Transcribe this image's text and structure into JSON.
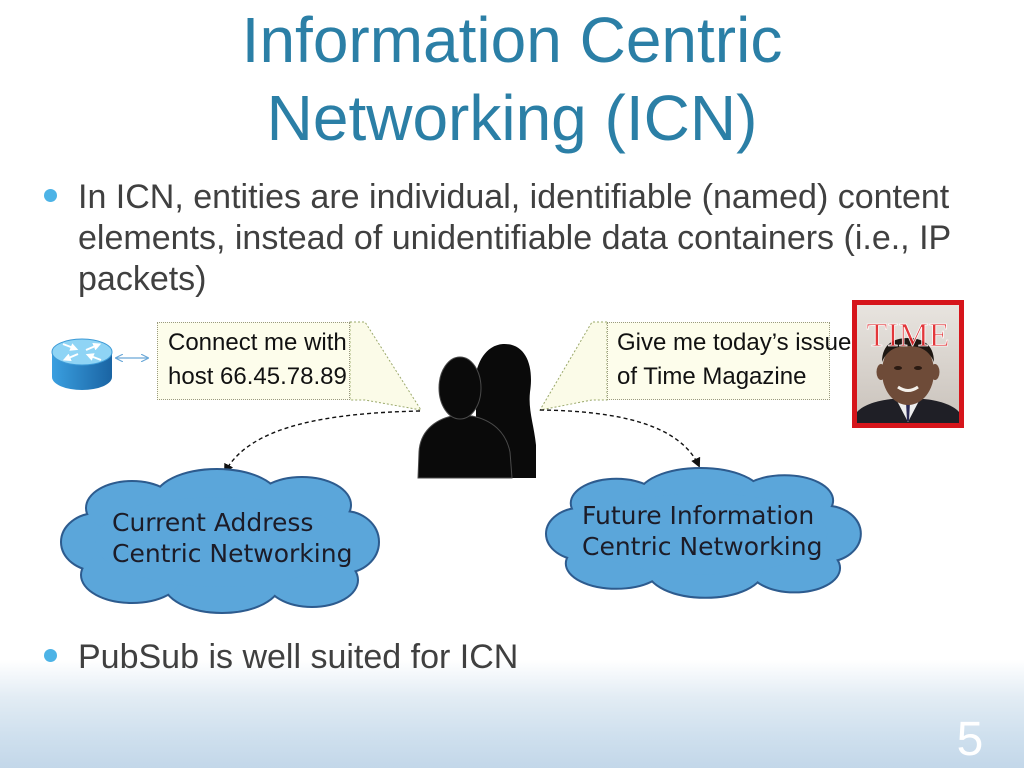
{
  "slide": {
    "title": "Information Centric Networking (ICN)",
    "bullets": [
      "In ICN, entities are individual, identifiable (named) content elements, instead of unidentifiable data containers (i.e., IP packets)",
      "PubSub is well suited for ICN"
    ],
    "page_number": "5"
  },
  "diagram": {
    "router": {
      "icon": "router-icon"
    },
    "link_arrow": {
      "icon": "double-arrow-icon"
    },
    "callout_left": {
      "lines": [
        "Connect me with",
        "host 66.45.78.89"
      ]
    },
    "callout_right": {
      "lines": [
        "Give me today’s issue",
        "of Time Magazine"
      ]
    },
    "people": {
      "icon": "couple-silhouette-icon"
    },
    "magazine_cover": {
      "icon": "magazine-cover-image",
      "logo_text": "TIME"
    },
    "clouds": [
      {
        "lines": [
          "Current Address",
          "Centric Networking"
        ]
      },
      {
        "lines": [
          "Future Information",
          "Centric Networking"
        ]
      }
    ]
  },
  "colors": {
    "title": "#2b7fa6",
    "body_text": "#404040",
    "bullet": "#4db3e6",
    "cloud_fill": "#5ba6da",
    "cloud_outline": "#2d5b8e",
    "cover_red": "#d6151b",
    "page_number": "#ffffff",
    "footer_band": "#c3d7e9"
  }
}
